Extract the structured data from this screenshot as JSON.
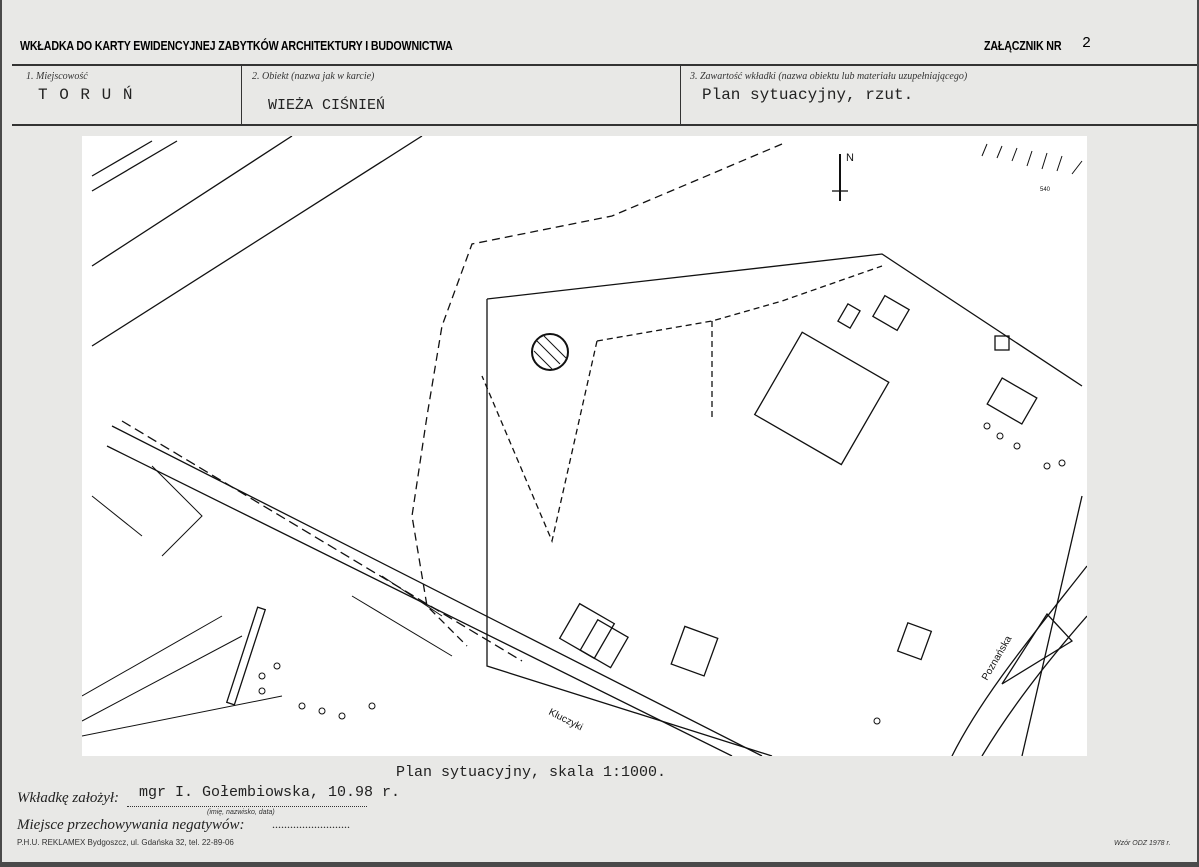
{
  "header": {
    "title": "WKŁADKA DO KARTY EWIDENCYJNEJ ZABYTKÓW ARCHITEKTURY I BUDOWNICTWA",
    "annex_label": "ZAŁĄCZNIK NR",
    "annex_number": "2"
  },
  "fields": [
    {
      "label": "1. Miejscowość",
      "value": "T O R U Ń"
    },
    {
      "label": "2. Obiekt (nazwa jak w karcie)",
      "value": "WIEŻA CIŚNIEŃ"
    },
    {
      "label": "3. Zawartość wkładki (nazwa obiektu lub materiału uzupełniającego)",
      "value": "Plan sytuacyjny, rzut."
    }
  ],
  "map": {
    "north": "N",
    "street_1": "Kluczyki",
    "street_2": "Poznańska",
    "contour": "540"
  },
  "caption": "Plan sytuacyjny, skala 1:1000.",
  "footer": {
    "author_label": "Wkładkę założył:",
    "author_value": "mgr I. Gołembiowska, 10.98 r.",
    "author_hint": "(imię, nazwisko, data)",
    "negatives_label": "Miejsce przechowywania negatywów:",
    "negatives_dots": "..........................",
    "printer": "P.H.U. REKLAMEX Bydgoszcz, ul. Gdańska 32, tel. 22-89-06",
    "template": "Wzór ODZ 1978 r."
  }
}
